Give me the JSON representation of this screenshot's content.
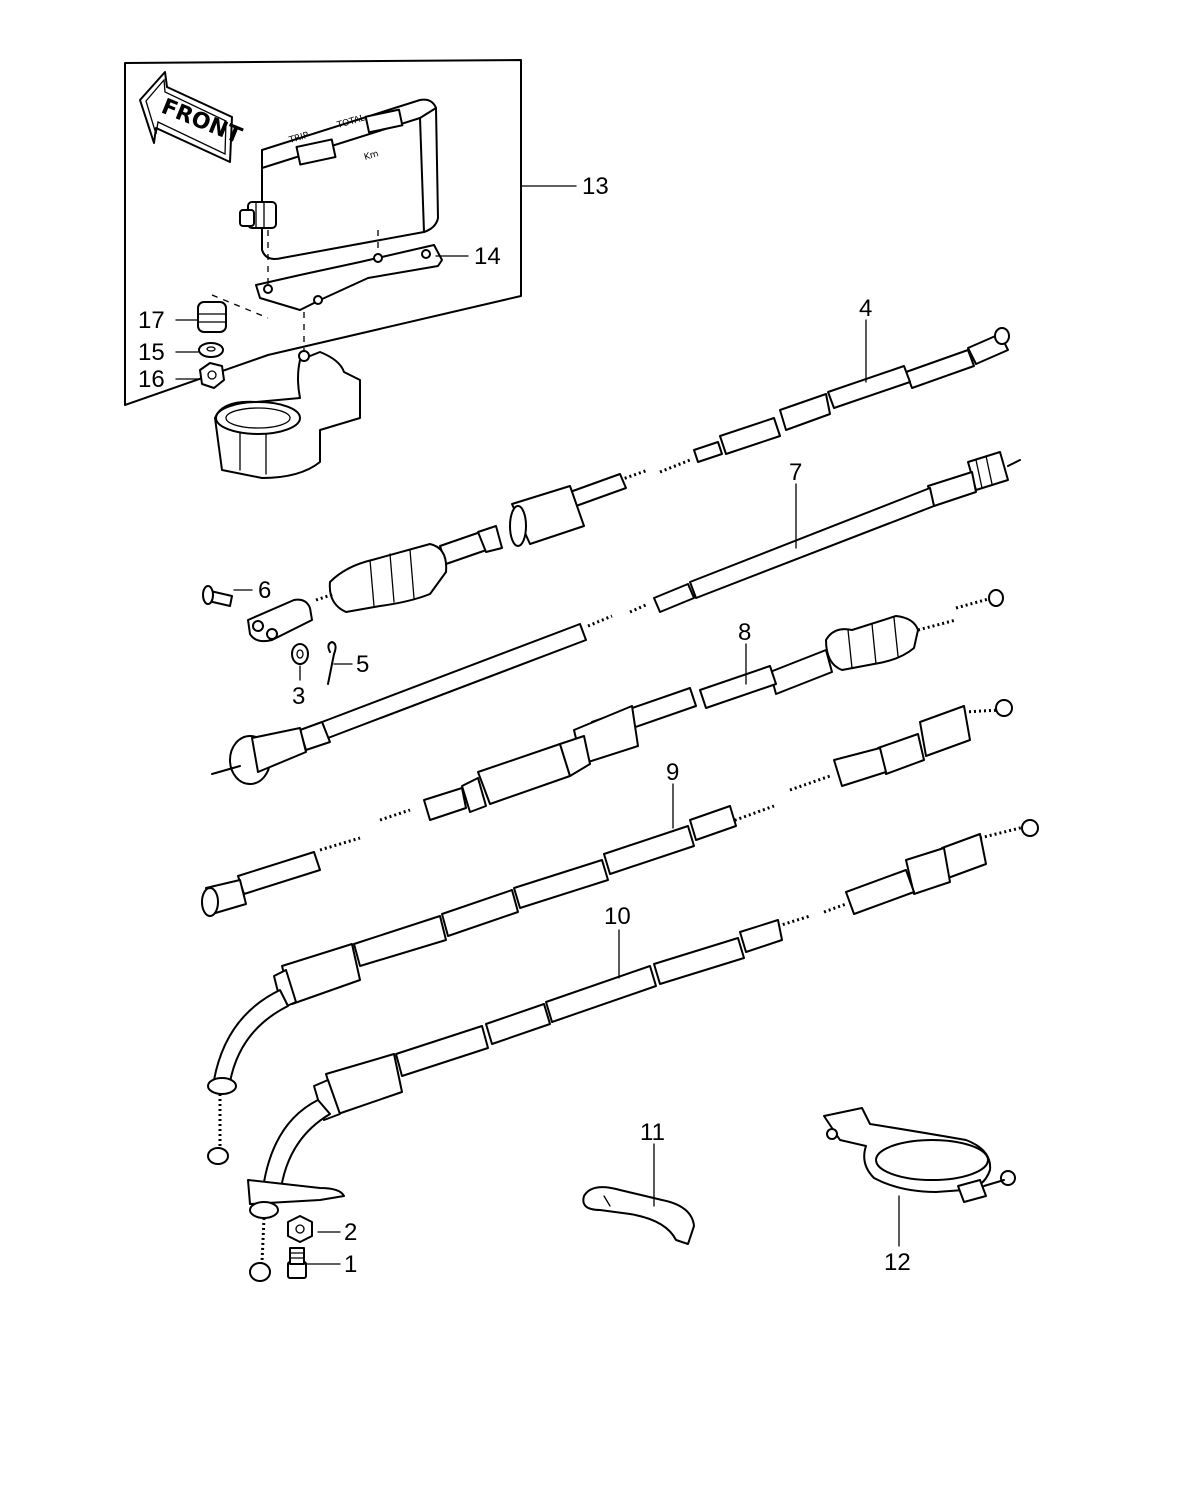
{
  "diagram": {
    "front_arrow_label": "FRONT",
    "meter_labels": {
      "trip": "TRIP",
      "total": "TOTAL",
      "km": "Km"
    },
    "callouts": [
      {
        "id": "c1",
        "label": "1"
      },
      {
        "id": "c2",
        "label": "2"
      },
      {
        "id": "c3",
        "label": "3"
      },
      {
        "id": "c4",
        "label": "4"
      },
      {
        "id": "c5",
        "label": "5"
      },
      {
        "id": "c6",
        "label": "6"
      },
      {
        "id": "c7",
        "label": "7"
      },
      {
        "id": "c8",
        "label": "8"
      },
      {
        "id": "c9",
        "label": "9"
      },
      {
        "id": "c10",
        "label": "10"
      },
      {
        "id": "c11",
        "label": "11"
      },
      {
        "id": "c12",
        "label": "12"
      },
      {
        "id": "c13",
        "label": "13"
      },
      {
        "id": "c14",
        "label": "14"
      },
      {
        "id": "c15",
        "label": "15"
      },
      {
        "id": "c16",
        "label": "16"
      },
      {
        "id": "c17",
        "label": "17"
      }
    ]
  }
}
